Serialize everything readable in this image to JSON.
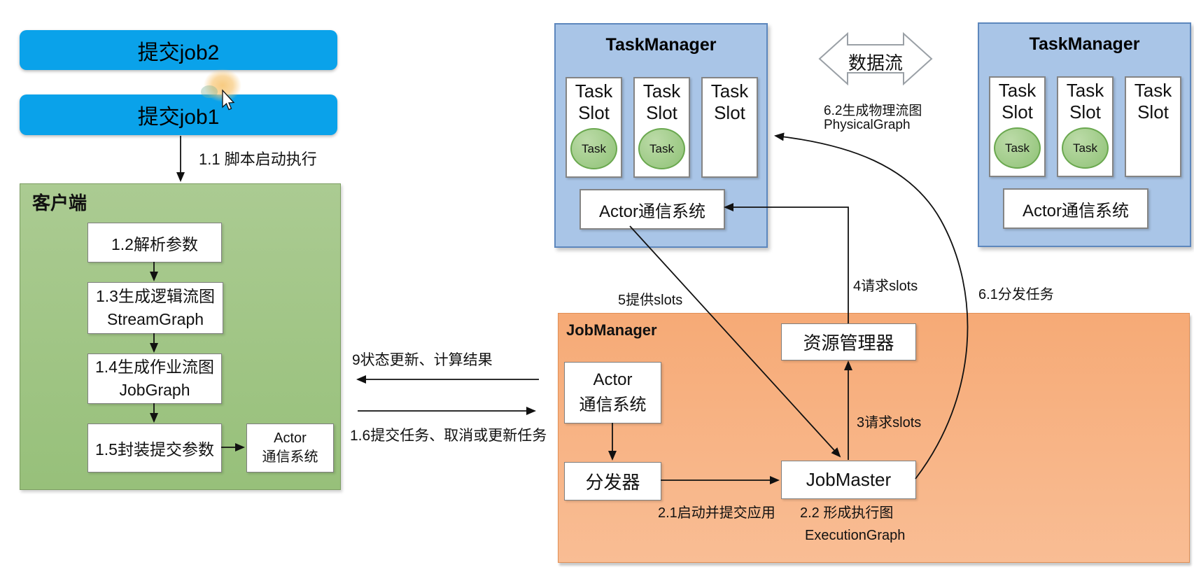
{
  "colors": {
    "button_blue": "#0aa2ea",
    "taskmanager_fill": "#a9c5e7",
    "taskmanager_border": "#5d87bd",
    "client_green": "#a0c685",
    "client_border": "#7d9e63",
    "jobmanager_orange": "#f8b283",
    "jobmanager_border": "#e18f55",
    "task_ellipse_green": "#94c47d",
    "task_ellipse_border": "#6aa84f"
  },
  "buttons": {
    "job2": "提交job2",
    "job1": "提交job1"
  },
  "client": {
    "title": "客户端",
    "step12": "1.2解析参数",
    "step13_line1": "1.3生成逻辑流图",
    "step13_line2": "StreamGraph",
    "step14_line1": "1.4生成作业流图",
    "step14_line2": "JobGraph",
    "step15": "1.5封装提交参数",
    "actor_line1": "Actor",
    "actor_line2": "通信系统"
  },
  "taskmanagers": [
    {
      "title": "TaskManager",
      "slots": [
        {
          "line1": "Task",
          "line2": "Slot",
          "task": "Task"
        },
        {
          "line1": "Task",
          "line2": "Slot",
          "task": "Task"
        },
        {
          "line1": "Task",
          "line2": "Slot"
        }
      ],
      "actor": "Actor通信系统"
    },
    {
      "title": "TaskManager",
      "slots": [
        {
          "line1": "Task",
          "line2": "Slot",
          "task": "Task"
        },
        {
          "line1": "Task",
          "line2": "Slot",
          "task": "Task"
        },
        {
          "line1": "Task",
          "line2": "Slot"
        }
      ],
      "actor": "Actor通信系统"
    }
  ],
  "jobmanager": {
    "title": "JobManager",
    "actor_line1": "Actor",
    "actor_line2": "通信系统",
    "dispatcher": "分发器",
    "resource_manager": "资源管理器",
    "jobmaster": "JobMaster"
  },
  "dataflow_label": "数据流",
  "annotations": {
    "step11": "1.1 脚本启动执行",
    "status_update": "9状态更新、计算结果",
    "submit_tasks": "1.6提交任务、取消或更新任务",
    "provide_slots": "5提供slots",
    "request_slots_4": "4请求slots",
    "request_slots_3": "3请求slots",
    "dispatch_tasks": "6.1分发任务",
    "physical_graph_line1": "6.2生成物理流图",
    "physical_graph_line2": "PhysicalGraph",
    "start_submit_app": "2.1启动并提交应用",
    "form_execution_graph": "2.2 形成执行图",
    "execution_graph": "ExecutionGraph"
  }
}
